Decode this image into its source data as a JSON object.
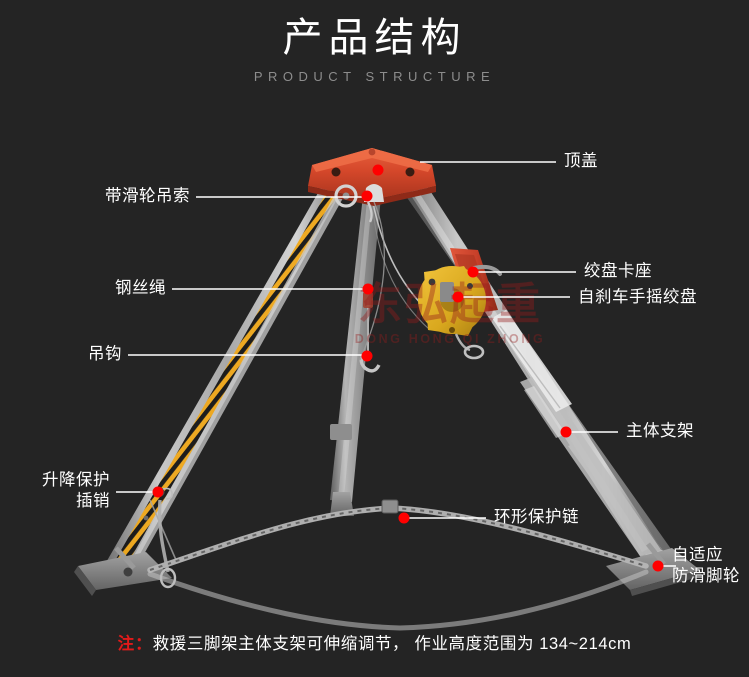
{
  "header": {
    "title_cn": "产品结构",
    "title_en": "PRODUCT STRUCTURE"
  },
  "colors": {
    "background": "#242424",
    "title": "#ffffff",
    "subtitle": "#8d8d8d",
    "callout_line": "#ffffff",
    "marker_dot": "#ff0000",
    "note_accent": "#e11a1a",
    "top_cap": "#d4472a",
    "winch_body": "#d9a81e",
    "winch_mount": "#c8402a",
    "leg_metal": "#9a9a9a",
    "hazard_yellow": "#f0a81a",
    "hazard_black": "#141414",
    "foot_pad": "#7e7e7e",
    "chain": "#b9b9b9"
  },
  "watermark": {
    "text_cn": "东弘起重",
    "text_en": "DONG HONG QI ZHONG"
  },
  "callouts": {
    "left": [
      {
        "id": "pulley-sling",
        "label": "带滑轮吊索"
      },
      {
        "id": "wire-rope",
        "label": "钢丝绳"
      },
      {
        "id": "hook",
        "label": "吊钩"
      },
      {
        "id": "lift-safety-pin",
        "label": "升降保护\n插销"
      }
    ],
    "right": [
      {
        "id": "top-cap",
        "label": "顶盖"
      },
      {
        "id": "winch-bracket",
        "label": "绞盘卡座"
      },
      {
        "id": "hand-winch",
        "label": "自刹车手摇绞盘"
      },
      {
        "id": "main-frame",
        "label": "主体支架"
      },
      {
        "id": "protect-chain",
        "label": "环形保护链"
      },
      {
        "id": "anti-slip-foot",
        "label": "自适应\n防滑脚轮"
      }
    ]
  },
  "note": {
    "prefix": "注：",
    "text": "救援三脚架主体支架可伸缩调节，  作业高度范围为 134~214cm"
  }
}
